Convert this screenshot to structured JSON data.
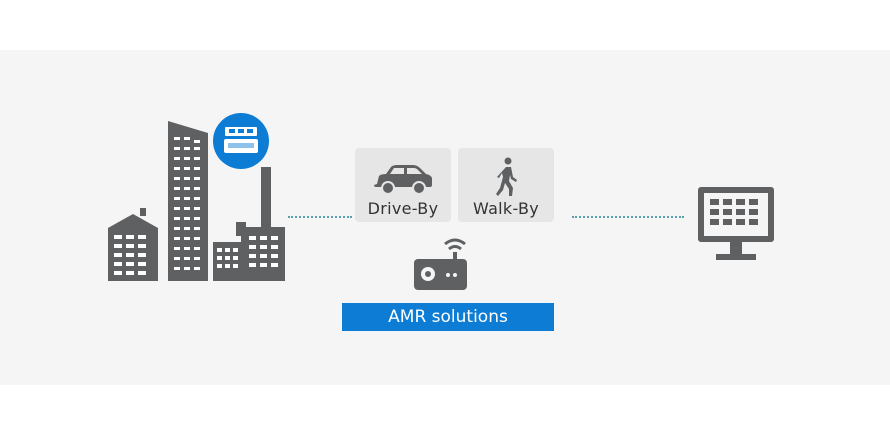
{
  "diagram": {
    "cards": [
      {
        "label": "Drive-By",
        "icon": "car-icon"
      },
      {
        "label": "Walk-By",
        "icon": "walking-person-icon"
      }
    ],
    "banner_label": "AMR solutions",
    "icons": {
      "city": "city-buildings-icon",
      "meter_badge": "meter-device-icon",
      "router": "wireless-router-icon",
      "monitor": "monitor-dashboard-icon"
    },
    "colors": {
      "icon_gray": "#5f6061",
      "accent_blue": "#0c7cd5",
      "card_bg": "#e6e6e7",
      "dotted_line": "#5a9fae"
    }
  }
}
